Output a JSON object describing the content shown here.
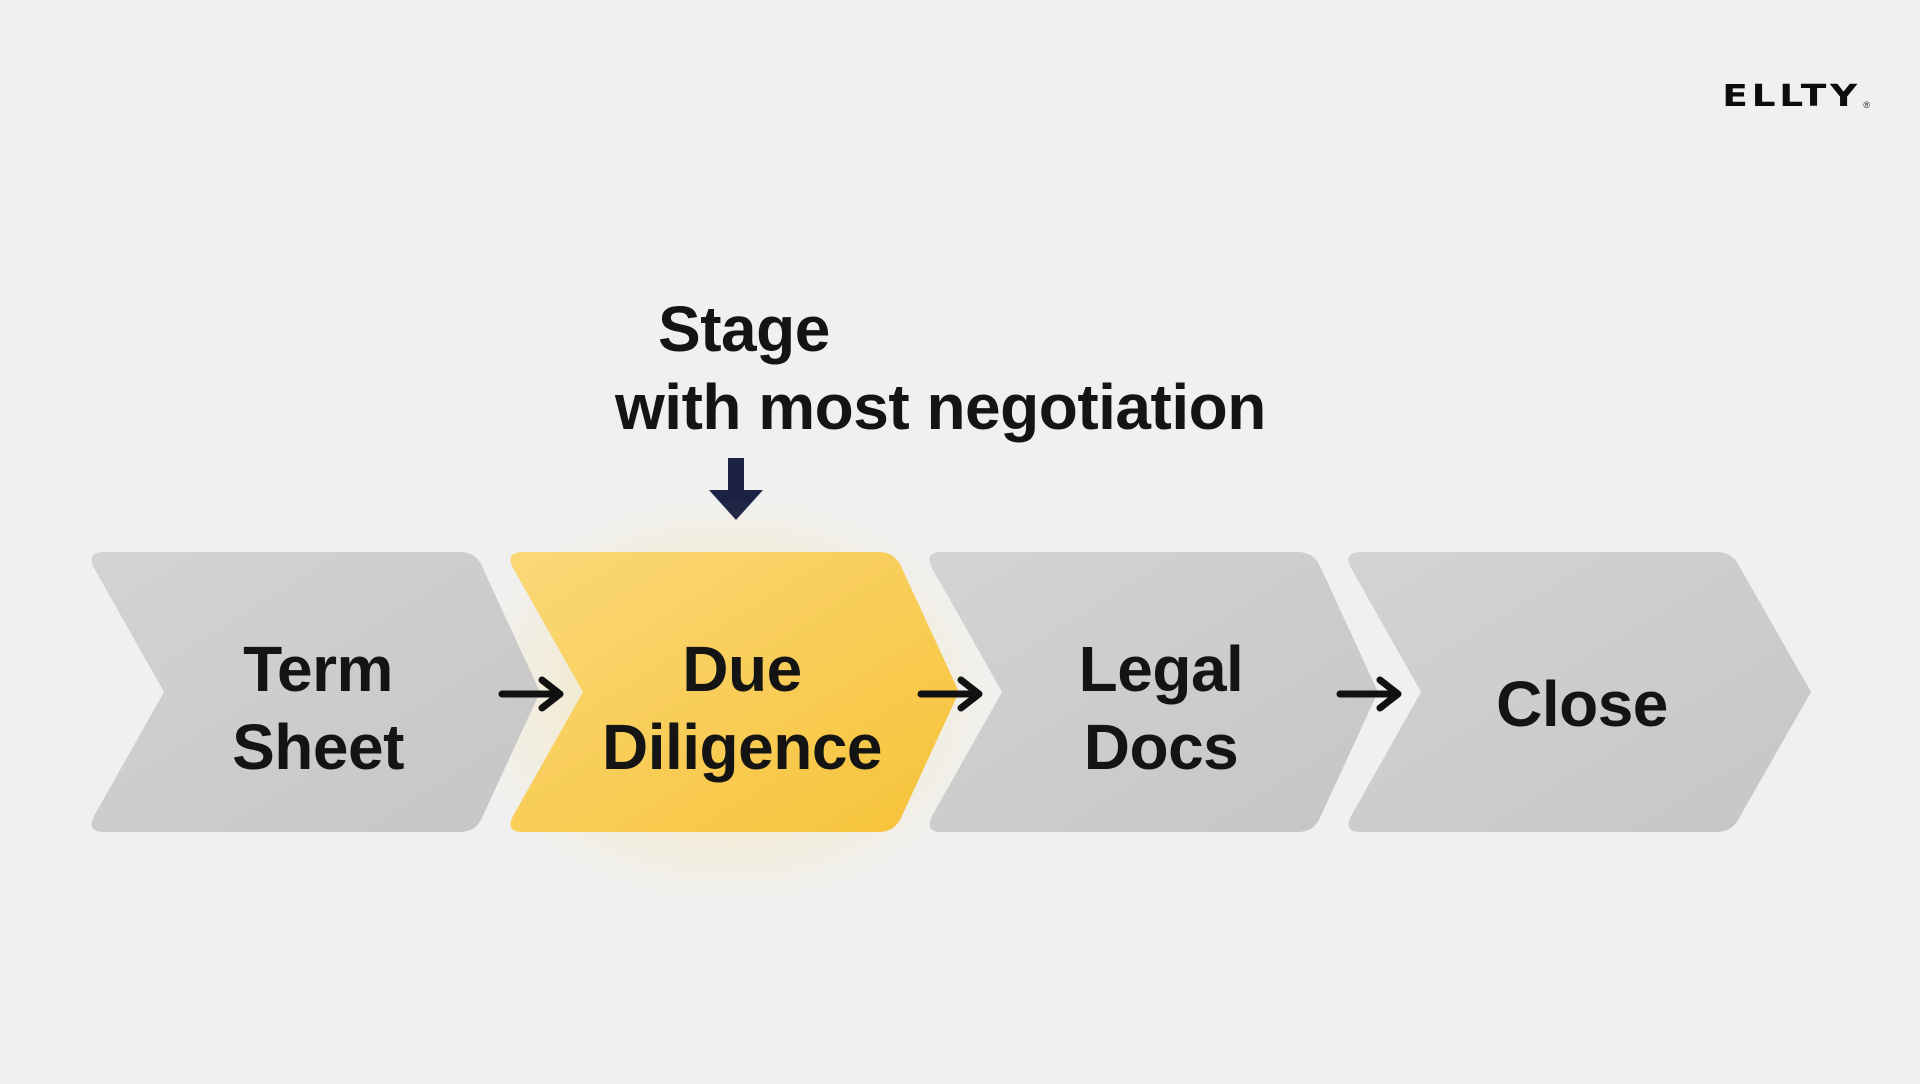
{
  "brand": {
    "logo_text": "ELLTY",
    "logo_mark": "®"
  },
  "callout": {
    "line1": "Stage",
    "line2": "with most negotiation",
    "arrow_icon": "down-arrow-icon",
    "arrow_color": "#1c2245"
  },
  "stages": [
    {
      "line1": "Term",
      "line2": "Sheet",
      "highlighted": false
    },
    {
      "line1": "Due",
      "line2": "Diligence",
      "highlighted": true
    },
    {
      "line1": "Legal",
      "line2": "Docs",
      "highlighted": false
    },
    {
      "line1": "Close",
      "line2": "",
      "highlighted": false
    }
  ],
  "colors": {
    "background": "#f0f0ef",
    "stage_default": "#cacaca",
    "stage_highlight": "#f7c948",
    "text": "#141414"
  }
}
